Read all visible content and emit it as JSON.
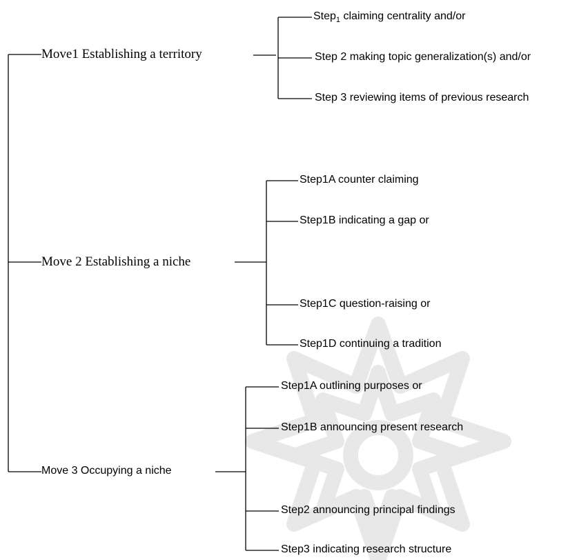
{
  "moves": [
    {
      "label": "Move1 Establishing a territory",
      "steps": [
        {
          "prefix": "Step",
          "sub": "1",
          "rest": " claiming centrality and/or"
        },
        {
          "label": "Step 2 making topic generalization(s) and/or"
        },
        {
          "label": "Step 3 reviewing items of previous research"
        }
      ]
    },
    {
      "label": "Move 2 Establishing a niche",
      "steps": [
        {
          "label": "Step1A counter claiming"
        },
        {
          "label": "Step1B indicating a gap or"
        },
        {
          "label": "Step1C question-raising or"
        },
        {
          "label": "Step1D continuing a tradition"
        }
      ]
    },
    {
      "label": "Move 3 Occupying a niche",
      "steps": [
        {
          "label": "Step1A outlining purposes or"
        },
        {
          "label": "Step1B announcing present research"
        },
        {
          "label": "Step2 announcing principal findings"
        },
        {
          "label": "Step3 indicating research structure"
        }
      ]
    }
  ],
  "watermark": {
    "color": "#e6e6e6",
    "shape": "ornamental-star"
  }
}
